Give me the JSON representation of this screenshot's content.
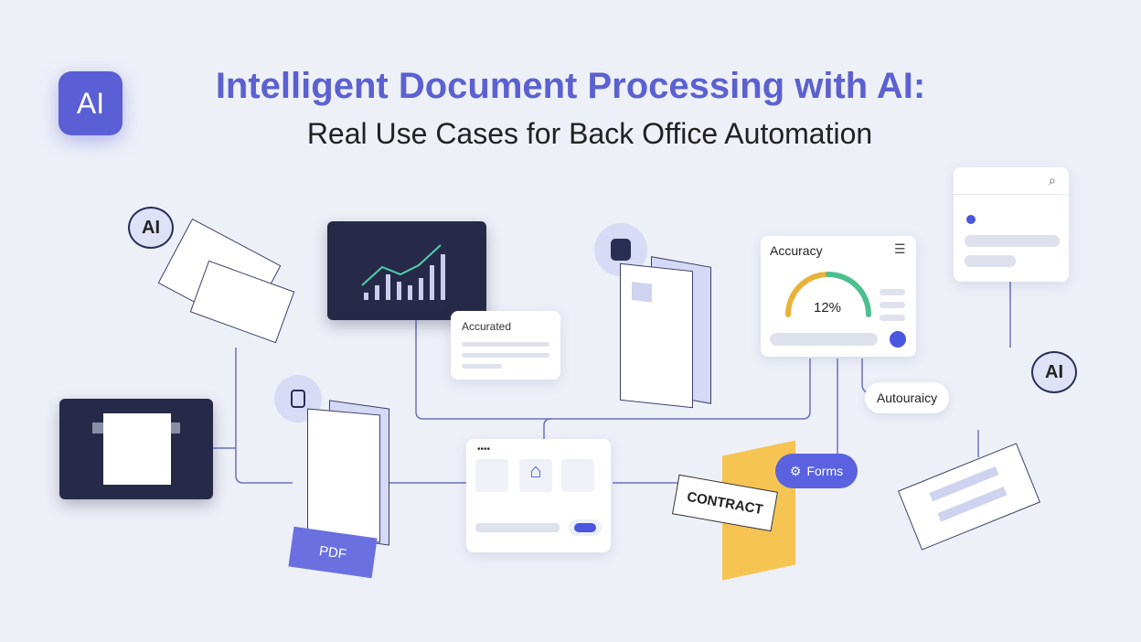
{
  "logo": {
    "text": "AI"
  },
  "title": "Intelligent Document Processing with AI:",
  "subtitle": "Real Use Cases for Back Office Automation",
  "ai_bubble_left": "AI",
  "ai_bubble_right": "AI",
  "accurated_card": {
    "title": "Accurated"
  },
  "accuracy_card": {
    "title": "Accuracy",
    "value": "12%",
    "gauge_percent": 12,
    "colors": {
      "left": "#e9b23a",
      "right": "#4cbf8e",
      "dot": "#4a55e0"
    }
  },
  "autouraicy_label": "Autouraicy",
  "forms_badge": "Forms",
  "contract_label": "CONTRACT",
  "pdf_label": "PDF",
  "colors": {
    "accent": "#5b61d0",
    "dark_panel": "#262a48",
    "contract": "#f6c453"
  }
}
